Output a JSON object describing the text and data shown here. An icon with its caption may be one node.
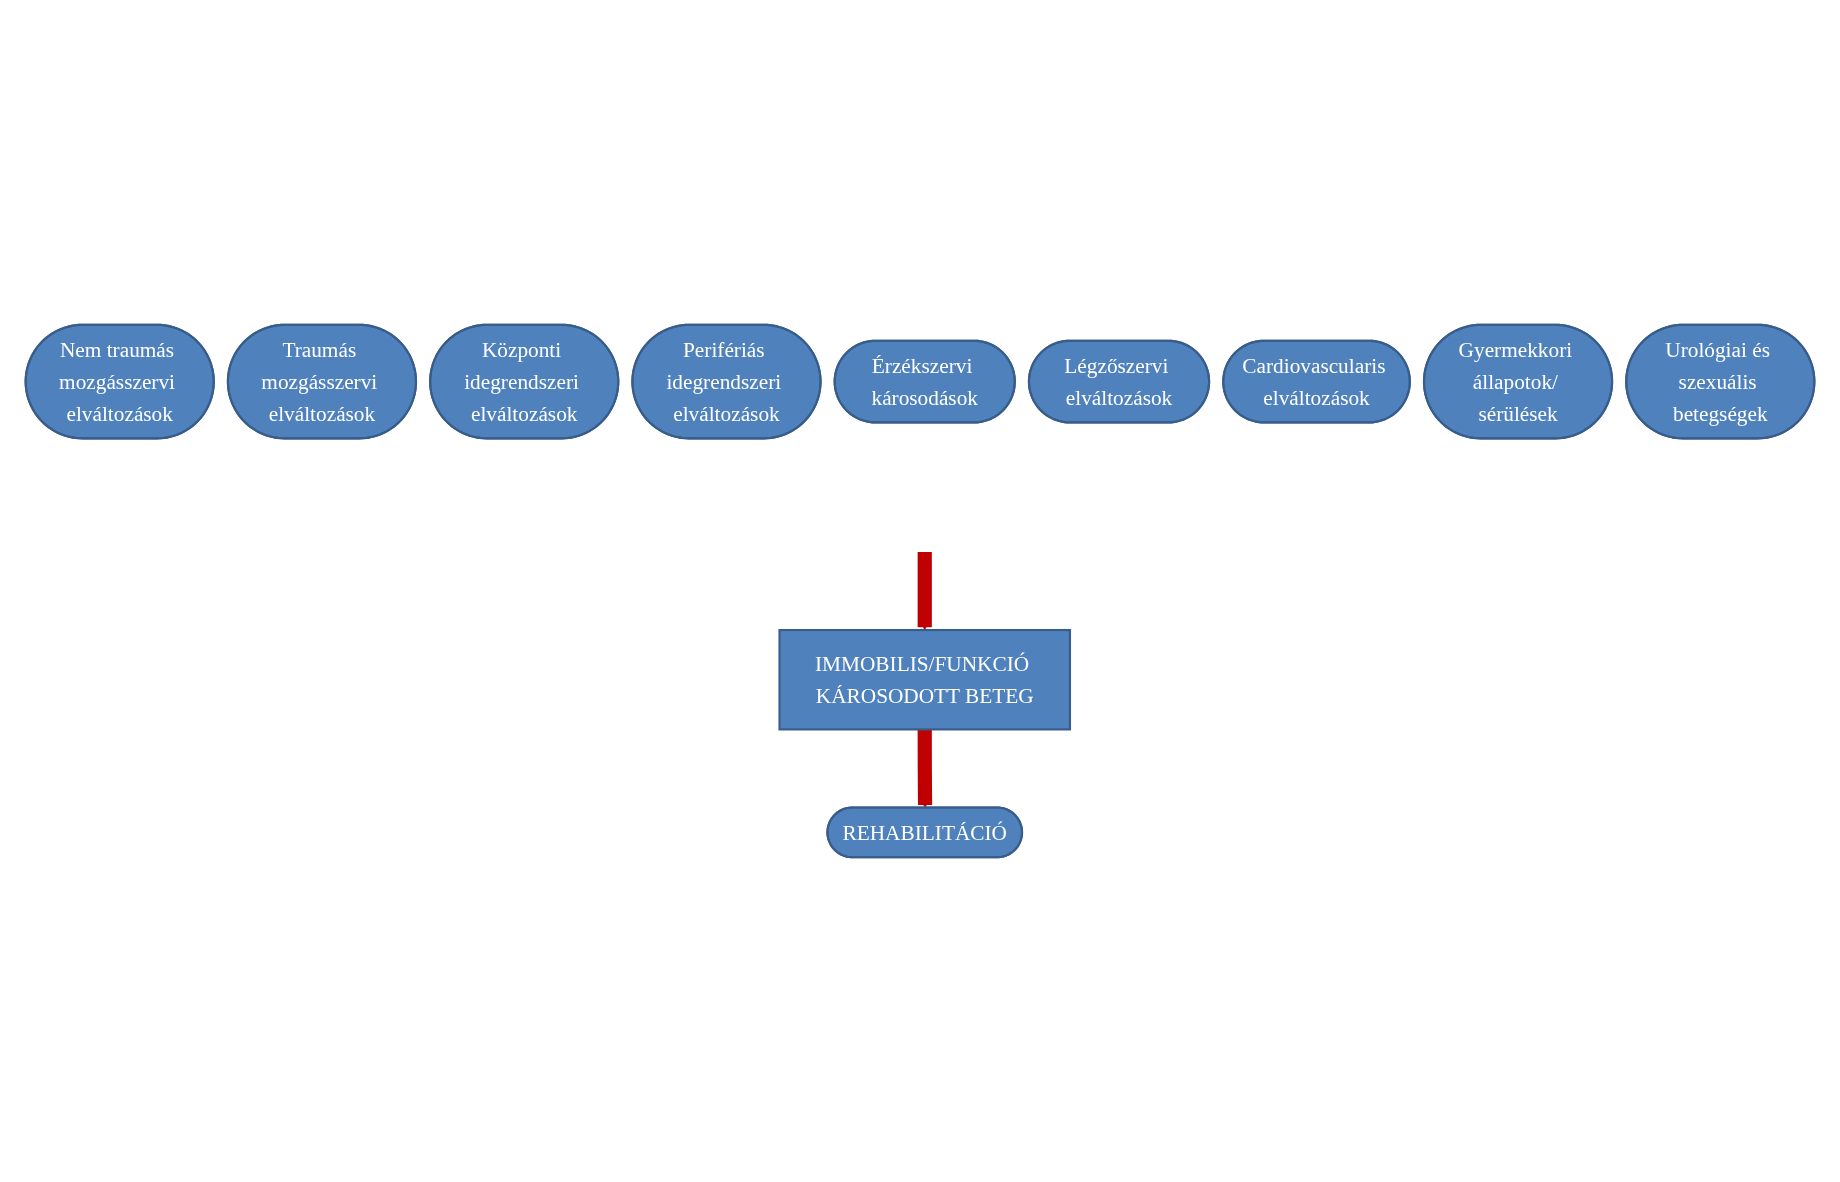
{
  "diagram": {
    "nodes": [
      {
        "text": [
          "Nem traumás mozgásszervi elváltozások"
        ]
      },
      {
        "text": [
          "Traumás mozgásszervi elváltozások"
        ]
      },
      {
        "text": [
          "Központi idegrendszeri elváltozások"
        ]
      },
      {
        "text": [
          "Perifériás idegrendszeri elváltozások"
        ]
      },
      {
        "text": [
          "Érzékszervi károsodások"
        ]
      },
      {
        "text": [
          "Légzőszervi elváltozások"
        ]
      },
      {
        "text": [
          "Cardiovascularis elváltozások"
        ]
      },
      {
        "text": [
          "Gyermekkori állapotok/ sérülések"
        ]
      },
      {
        "text": [
          "Urológiai és szexuális betegségek"
        ]
      },
      {
        "text": [
          "IMMOBILIS/FUNKCIÓ KÁROSODOTT BETEG"
        ]
      },
      {
        "text": [
          "REHABILITÁCIÓ"
        ]
      }
    ],
    "edges": [
      {
        "from": null,
        "to": 9,
        "arrow": "to"
      },
      {
        "from": 9,
        "to": 10,
        "arrow": "to"
      }
    ]
  }
}
